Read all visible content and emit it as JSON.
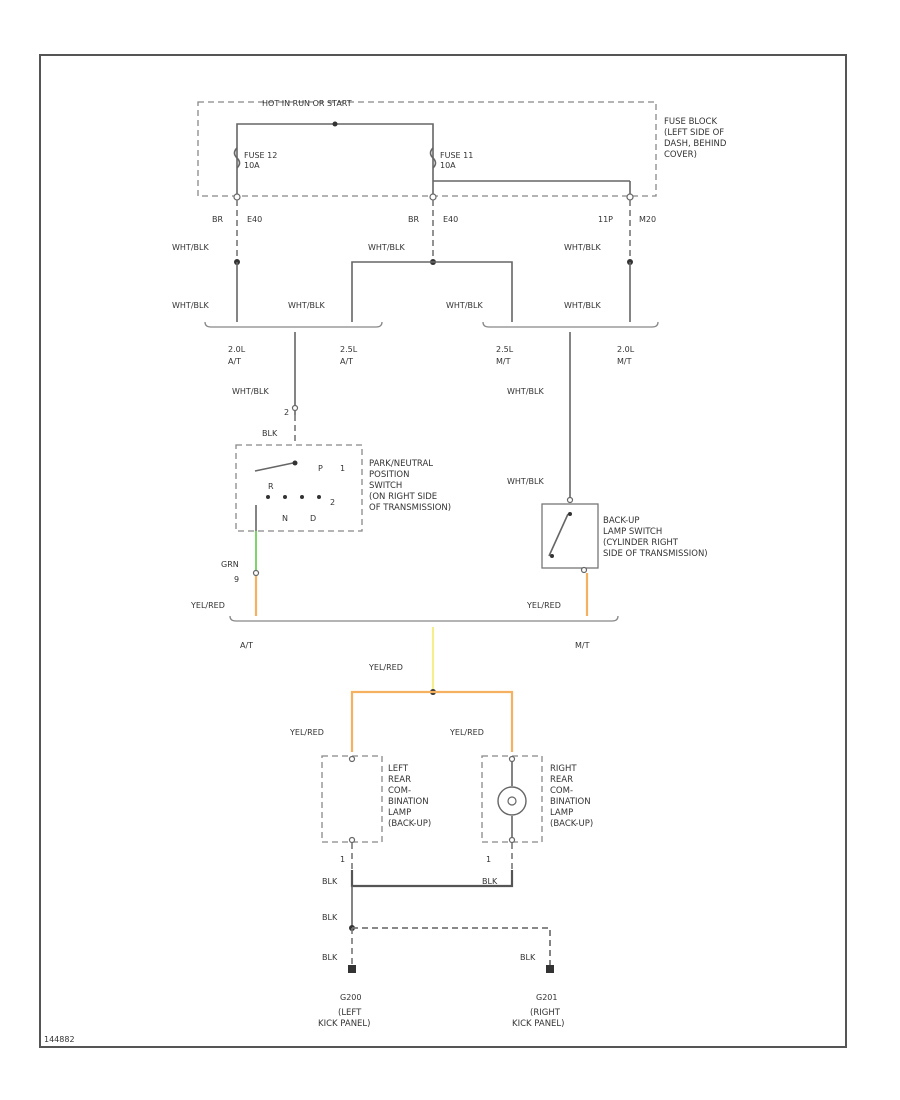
{
  "diagram": {
    "hot_label": "HOT IN RUN OR START",
    "fuse_block_note": [
      "FUSE BLOCK",
      "(LEFT SIDE OF",
      "DASH, BEHIND",
      "COVER)"
    ],
    "fuse12": {
      "name": "FUSE 12",
      "rating": "10A",
      "color": "BR",
      "connector": "E40"
    },
    "fuse11": {
      "name": "FUSE 11",
      "rating": "10A",
      "color": "BR",
      "connector": "E40"
    },
    "fuse_right": {
      "color": "11P",
      "connector": "M20"
    },
    "wire_wht_blk": "WHT/BLK",
    "wire_blk": "BLK",
    "wire_grn": "GRN",
    "wire_yel_red": "YEL/RED",
    "engine_options": [
      {
        "eng": "2.0L",
        "trans": "A/T"
      },
      {
        "eng": "2.5L",
        "trans": "A/T"
      },
      {
        "eng": "2.5L",
        "trans": "M/T"
      },
      {
        "eng": "2.0L",
        "trans": "M/T"
      }
    ],
    "pin_2": "2",
    "pin_9": "9",
    "pin_1": "1",
    "prnd": {
      "note": [
        "PARK/NEUTRAL",
        "POSITION",
        "SWITCH",
        "(ON RIGHT SIDE",
        "OF TRANSMISSION)"
      ],
      "pin_labels": [
        "R",
        "P",
        "N",
        "D",
        "2",
        "1"
      ]
    },
    "backup_switch": {
      "note": [
        "BACK-UP",
        "LAMP SWITCH",
        "(CYLINDER RIGHT",
        "SIDE OF TRANSMISSION)"
      ]
    },
    "at_label": "A/T",
    "mt_label": "M/T",
    "left_lamp": {
      "note": [
        "LEFT",
        "REAR",
        "COM-",
        "BINATION",
        "LAMP",
        "(BACK-UP)"
      ]
    },
    "right_lamp": {
      "note": [
        "RIGHT",
        "REAR",
        "COM-",
        "BINATION",
        "LAMP",
        "(BACK-UP)"
      ]
    },
    "ground_left": {
      "name": "G200",
      "note": [
        "(LEFT",
        "KICK PANEL)"
      ]
    },
    "ground_right": {
      "name": "G201",
      "note": [
        "(RIGHT",
        "KICK PANEL)"
      ]
    },
    "figure_id": "144882"
  },
  "colors": {
    "green_wire": "#7ed36a",
    "orange_wire": "#f5b060",
    "yellow_wire": "#f5ee8c"
  }
}
